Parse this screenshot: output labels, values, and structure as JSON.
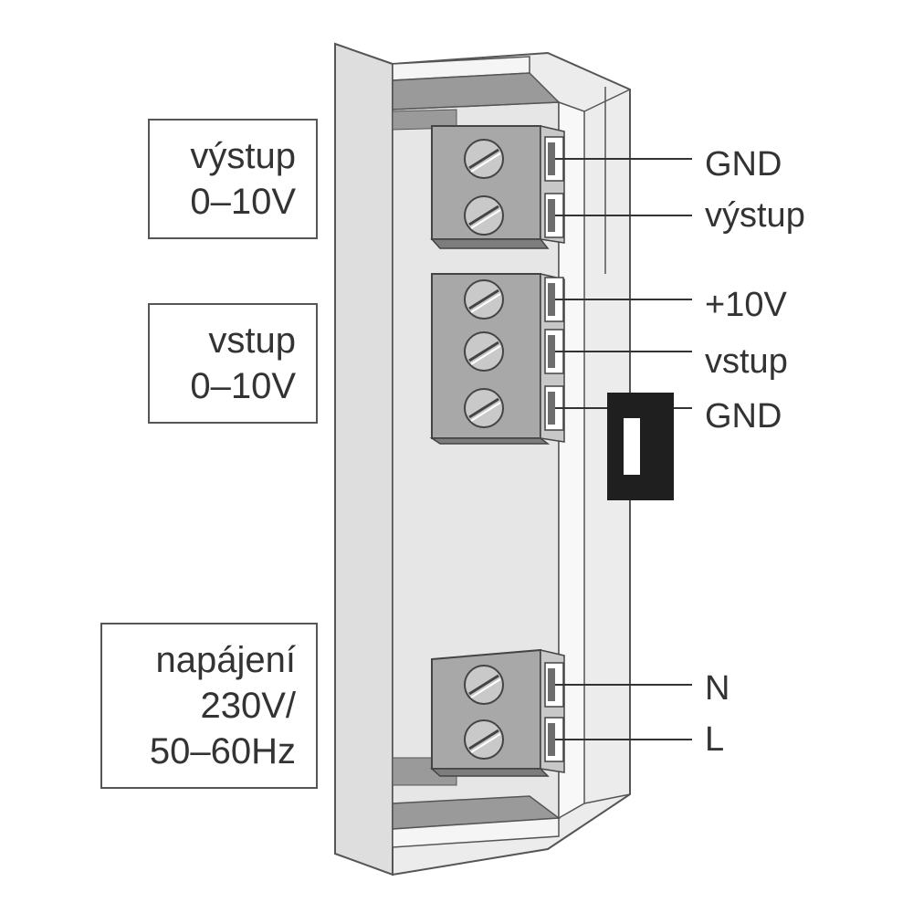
{
  "left_labels": {
    "output": {
      "line1": "výstup",
      "line2": "0–10V"
    },
    "input": {
      "line1": "vstup",
      "line2": "0–10V"
    },
    "power": {
      "line1": "napájení",
      "line2": "230V/",
      "line3": "50–60Hz"
    }
  },
  "pin_labels": {
    "gnd_out": "GND",
    "output": "výstup",
    "plus10v": "+10V",
    "input": "vstup",
    "gnd_in": "GND",
    "neutral": "N",
    "live": "L"
  },
  "icons": {
    "terminal_screw": "slotted-screw-icon",
    "switch": "switch-icon"
  }
}
